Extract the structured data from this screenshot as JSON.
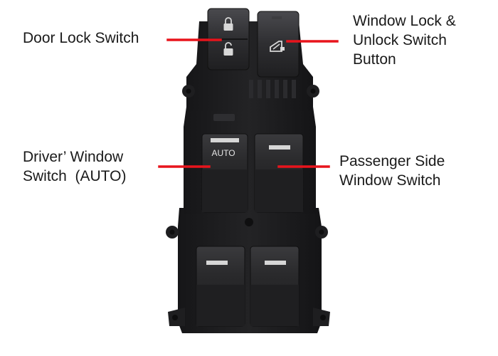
{
  "labels": {
    "door_lock": "Door Lock Switch",
    "window_lock_line1": "Window Lock &",
    "window_lock_line2": "Unlock Switch",
    "window_lock_line3": "Button",
    "driver_line1": "Driver’ Window",
    "driver_line2": "Switch  (AUTO)",
    "passenger_line1": "Passenger Side",
    "passenger_line2": "Window Switch"
  },
  "switch_text": {
    "auto": "AUTO"
  },
  "icons": {
    "door_lock_top": "padlock-closed-icon",
    "door_lock_bottom": "padlock-open-icon",
    "window_lock": "window-lock-icon"
  },
  "colors": {
    "callout_line": "#e8141c",
    "label_text": "#1a1a1a",
    "housing": "#1c1c1e",
    "button": "#2a2a2c",
    "marker": "#d8d8d8"
  }
}
